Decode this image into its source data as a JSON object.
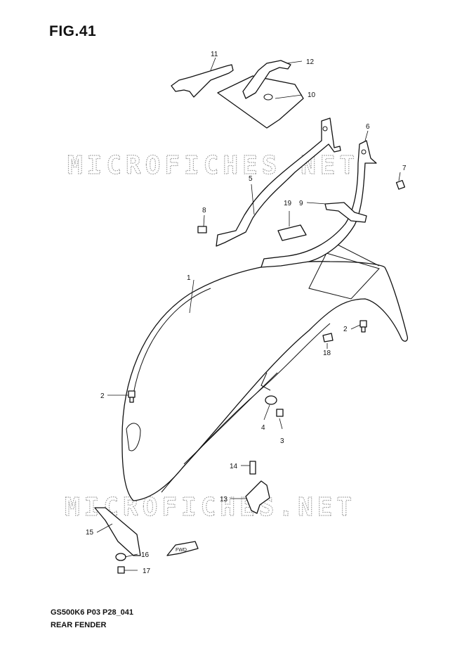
{
  "figure": {
    "title": "FIG.41",
    "model_code": "GS500K6 P03 P28_041",
    "section_name": "REAR FENDER"
  },
  "watermark": "MICROFICHES.NET",
  "callouts": [
    "1",
    "2",
    "2",
    "3",
    "4",
    "5",
    "6",
    "7",
    "8",
    "9",
    "10",
    "11",
    "12",
    "13",
    "14",
    "15",
    "16",
    "17",
    "18",
    "19"
  ],
  "fwd_label": "FWD"
}
